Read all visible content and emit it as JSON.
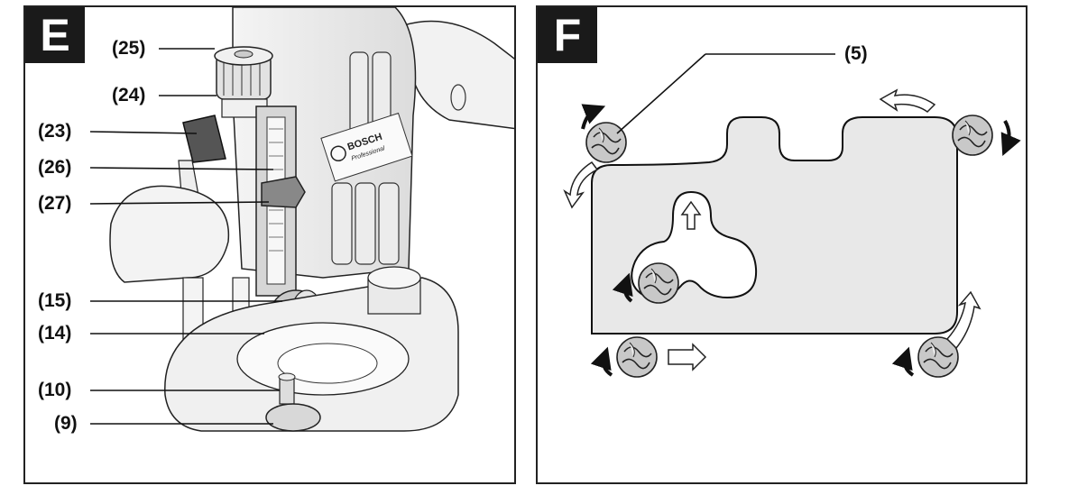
{
  "panels": [
    {
      "letter": "E",
      "callouts": [
        "(25)",
        "(24)",
        "(23)",
        "(26)",
        "(27)",
        "(15)",
        "(14)",
        "(10)",
        "(9)"
      ],
      "brand": "BOSCH",
      "brand_sub": "Professional"
    },
    {
      "letter": "F",
      "callouts": [
        "(5)"
      ]
    }
  ],
  "colors": {
    "ink": "#111111",
    "workpiece_fill": "#e8e8e8",
    "bit_fill": "#c8c8c8",
    "badge": "#1a1a1a"
  },
  "icons": {
    "feed_arrow": "hollow-arrow-icon",
    "rotation_arrow": "rotation-arrow-icon",
    "router_bit": "router-bit-icon"
  }
}
